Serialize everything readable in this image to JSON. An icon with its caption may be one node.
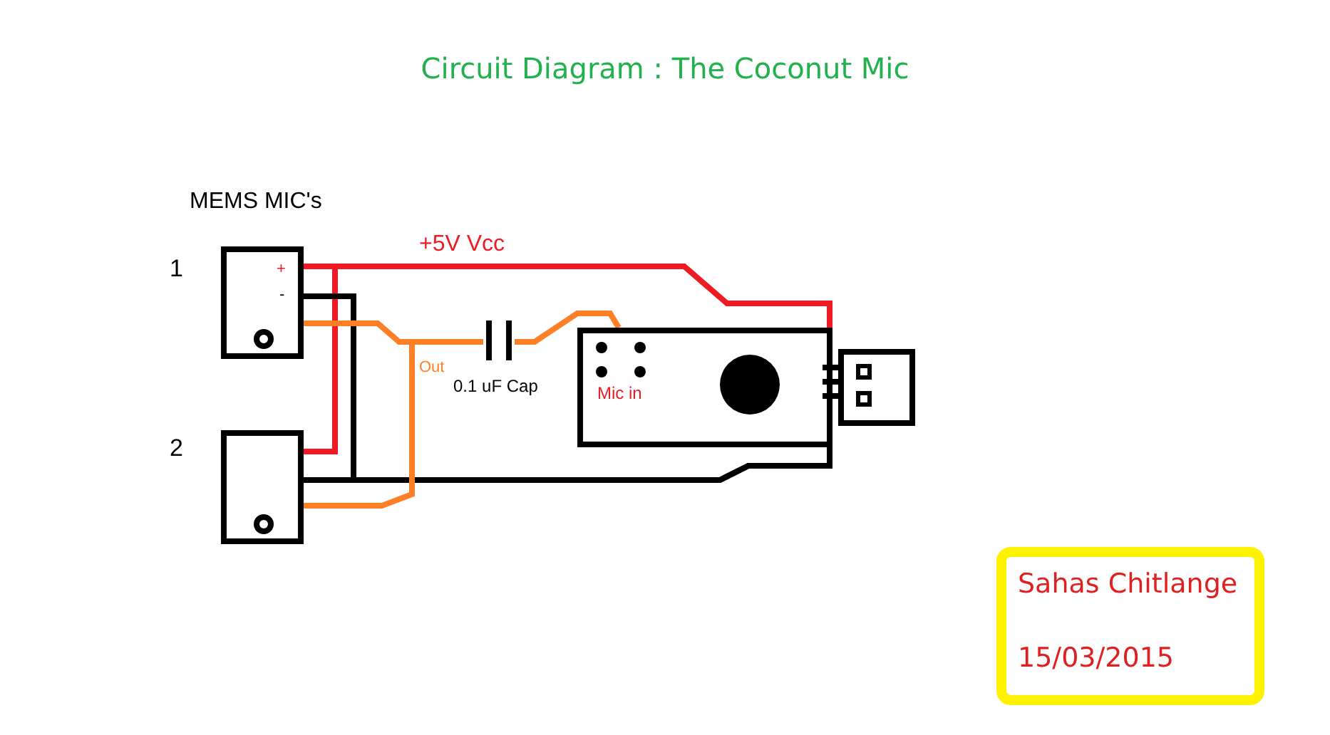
{
  "diagram": {
    "title": "Circuit Diagram : The Coconut Mic",
    "nodes": [
      {
        "text": [
          "+",
          "-"
        ],
        "beside": [
          "1"
        ]
      },
      {
        "text": [],
        "shape": "box",
        "beside": [
          "2"
        ]
      },
      {
        "text": [],
        "shape": "capacitor",
        "beside": [
          "0.1 uF Cap"
        ]
      },
      {
        "text": [
          "Mic in"
        ]
      },
      {
        "text": [
          "Sahas Chitlange",
          "15/03/2015"
        ]
      }
    ],
    "edges": [
      {
        "from": 0,
        "to": 3,
        "arrow": "none",
        "label": "+5V Vcc",
        "color": "#ed1c24"
      },
      {
        "from": 1,
        "to": 0,
        "arrow": "none",
        "color": "#ed1c24"
      },
      {
        "from": 0,
        "to": 3,
        "arrow": "none",
        "color": "#000000"
      },
      {
        "from": 1,
        "to": 3,
        "arrow": "none",
        "color": "#000000"
      },
      {
        "from": 0,
        "to": 2,
        "arrow": "none",
        "color": "#ff7f27"
      },
      {
        "from": 1,
        "to": 2,
        "arrow": "none",
        "label": "Out",
        "color": "#ff7f27"
      },
      {
        "from": 2,
        "to": 3,
        "arrow": "none",
        "color": "#ff7f27"
      }
    ],
    "labels": [
      "MEMS MIC's"
    ]
  }
}
